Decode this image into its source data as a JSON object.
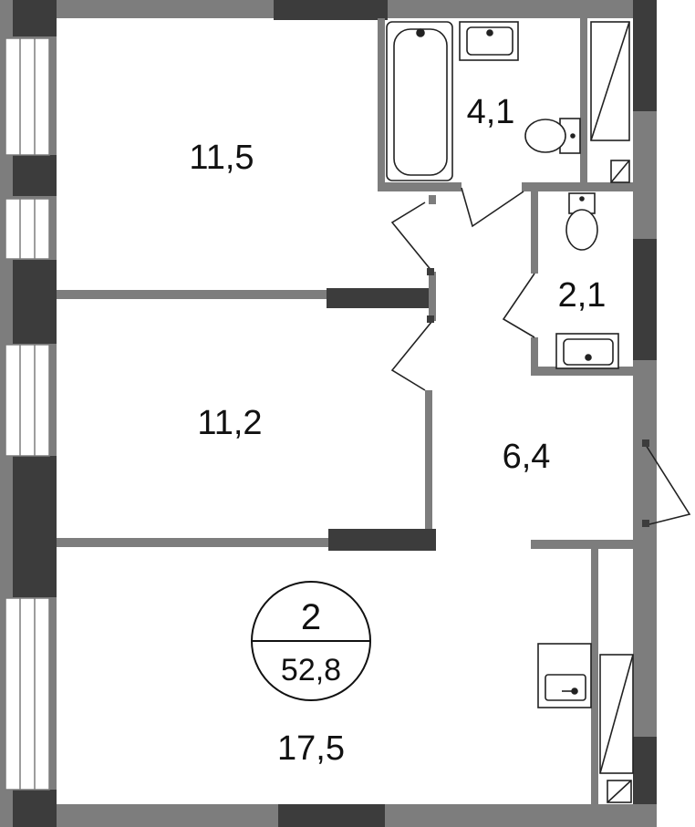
{
  "plan": {
    "rooms": {
      "bedroom_top": {
        "area": "11,5"
      },
      "bedroom_middle": {
        "area": "11,2"
      },
      "living_room": {
        "area": "17,5"
      },
      "bathroom": {
        "area": "4,1"
      },
      "toilet": {
        "area": "2,1"
      },
      "hallway": {
        "area": "6,4"
      }
    },
    "badge": {
      "rooms_count": "2",
      "total_area": "52,8"
    },
    "colors": {
      "wall": "#7d7d7d",
      "wall_dark": "#3c3c3c",
      "line": "#222222",
      "background": "#ffffff"
    }
  }
}
